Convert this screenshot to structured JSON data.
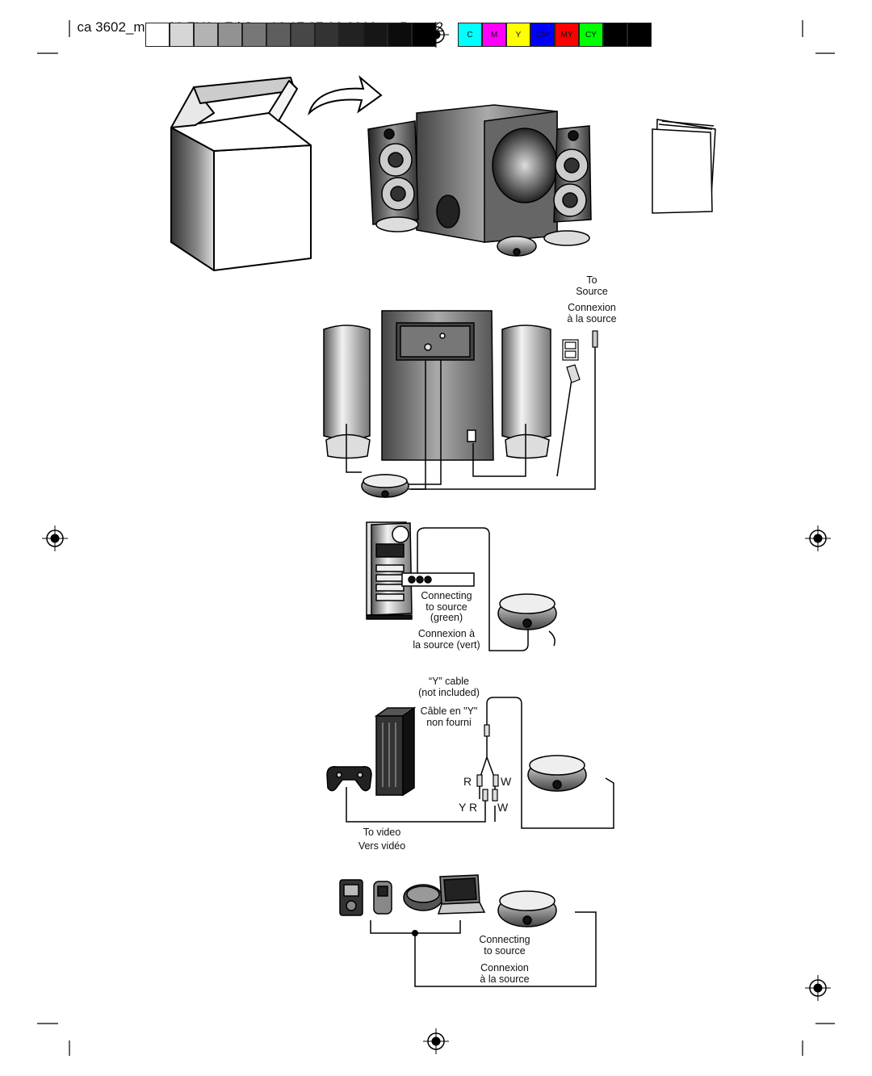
{
  "header": {
    "file": "ca 3602_manu09.FH9",
    "date": "Fri Jan 16 17:07:26 2009",
    "page": "Page 2"
  },
  "calibration": {
    "grays": [
      "#ffffff",
      "#d6d6d6",
      "#b3b3b3",
      "#929292",
      "#777777",
      "#5e5e5e",
      "#474747",
      "#333333",
      "#222222",
      "#161616",
      "#0c0c0c",
      "#000000"
    ],
    "swatches": [
      {
        "label": "C",
        "color": "#00ffff"
      },
      {
        "label": "M",
        "color": "#ff00ff"
      },
      {
        "label": "Y",
        "color": "#ffff00"
      },
      {
        "label": "CM",
        "color": "#0000ff"
      },
      {
        "label": "MY",
        "color": "#ff0000"
      },
      {
        "label": "CY",
        "color": "#00ff00"
      },
      {
        "label": "",
        "color": "#000000"
      },
      {
        "label": "",
        "color": "#000000"
      }
    ]
  },
  "diagram_labels": {
    "to_source": "To\nSource",
    "connexion_source": "Connexion\nà la source",
    "connecting_green": "Connecting\nto source\n(green)",
    "connexion_vert": "Connexion à\nla source (vert)",
    "y_cable": "“Y” cable\n(not included)",
    "cable_y": "Câble en \"Y\"\nnon fourni",
    "r_top": "R",
    "w_top": "W",
    "yr_bottom": "Y R",
    "w_bottom": "W",
    "to_video": "To video",
    "vers_video": "Vers vidéo",
    "connecting_source": "Connecting\nto source",
    "connexion_source_2": "Connexion\nà la source"
  }
}
